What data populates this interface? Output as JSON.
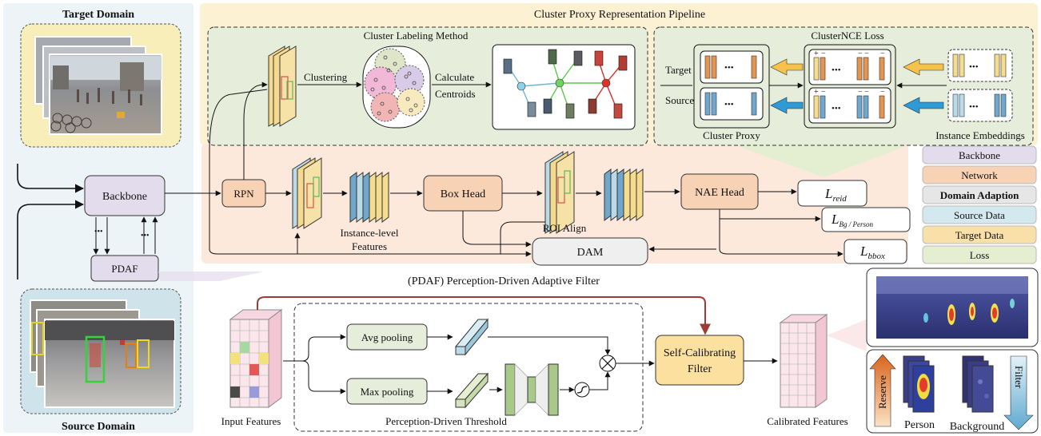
{
  "domains": {
    "target": "Target Domain",
    "source": "Source Domain"
  },
  "pipeline": {
    "title": "Cluster Proxy Representation Pipeline",
    "cluster_labeling": {
      "title": "Cluster Labeling Method",
      "clustering": "Clustering",
      "calculate": "Calculate",
      "centroids": "Centroids"
    },
    "clusternce": {
      "title": "ClusterNCE Loss",
      "target": "Target",
      "source": "Source",
      "cluster_proxy": "Cluster Proxy",
      "instance_embeddings": "Instance Embeddings",
      "plus": "+",
      "minus": "−",
      "ellipsis": "•••"
    }
  },
  "network": {
    "backbone": "Backbone",
    "rpn": "RPN",
    "instance_features_1": "Instance-level",
    "instance_features_2": "Features",
    "box_head": "Box Head",
    "roi_align": "ROI Align",
    "nae_head": "NAE Head",
    "dam": "DAM",
    "pdaf": "PDAF",
    "loss_reid": {
      "main": "L",
      "sub": "reid"
    },
    "loss_bg": {
      "main": "L",
      "sub": "Bg / Person"
    },
    "loss_bbox": {
      "main": "L",
      "sub": "bbox"
    },
    "dots": "•••"
  },
  "legend": [
    {
      "label": "Backbone",
      "color": "#e3dced",
      "bold": false
    },
    {
      "label": "Network",
      "color": "#f8d2b4",
      "bold": false
    },
    {
      "label": "Domain Adaption",
      "color": "#e6e6e6",
      "bold": true
    },
    {
      "label": "Source Data",
      "color": "#d4e8ef",
      "bold": false
    },
    {
      "label": "Target Data",
      "color": "#f9e0a9",
      "bold": false
    },
    {
      "label": "Loss",
      "color": "#e6eed2",
      "bold": false
    }
  ],
  "pdaf": {
    "title": "(PDAF) Perception-Driven Adaptive Filter",
    "input_features": "Input Features",
    "avg_pooling": "Avg pooling",
    "max_pooling": "Max pooling",
    "threshold": "Perception-Driven Threshold",
    "filter_1": "Self-Calibrating",
    "filter_2": "Filter",
    "calibrated": "Calibrated Features",
    "reserve": "Reserve",
    "filter_arrow": "Filter",
    "person": "Person",
    "background": "Background",
    "multiply": "⊗"
  },
  "colors": {
    "target_bg": "#f7eeb9",
    "source_bg": "#cfe3ea",
    "pipeline_bg": "#fdf1d3",
    "labeling_bg": "#e6eedb",
    "network_bg": "#fde9dc",
    "blue_bar": "#6fa8cc",
    "orange_bar": "#e39552",
    "yellow_bar": "#f6dc8e",
    "green_block": "#a9c98a",
    "arrow_dark_red": "#9e3b35"
  }
}
